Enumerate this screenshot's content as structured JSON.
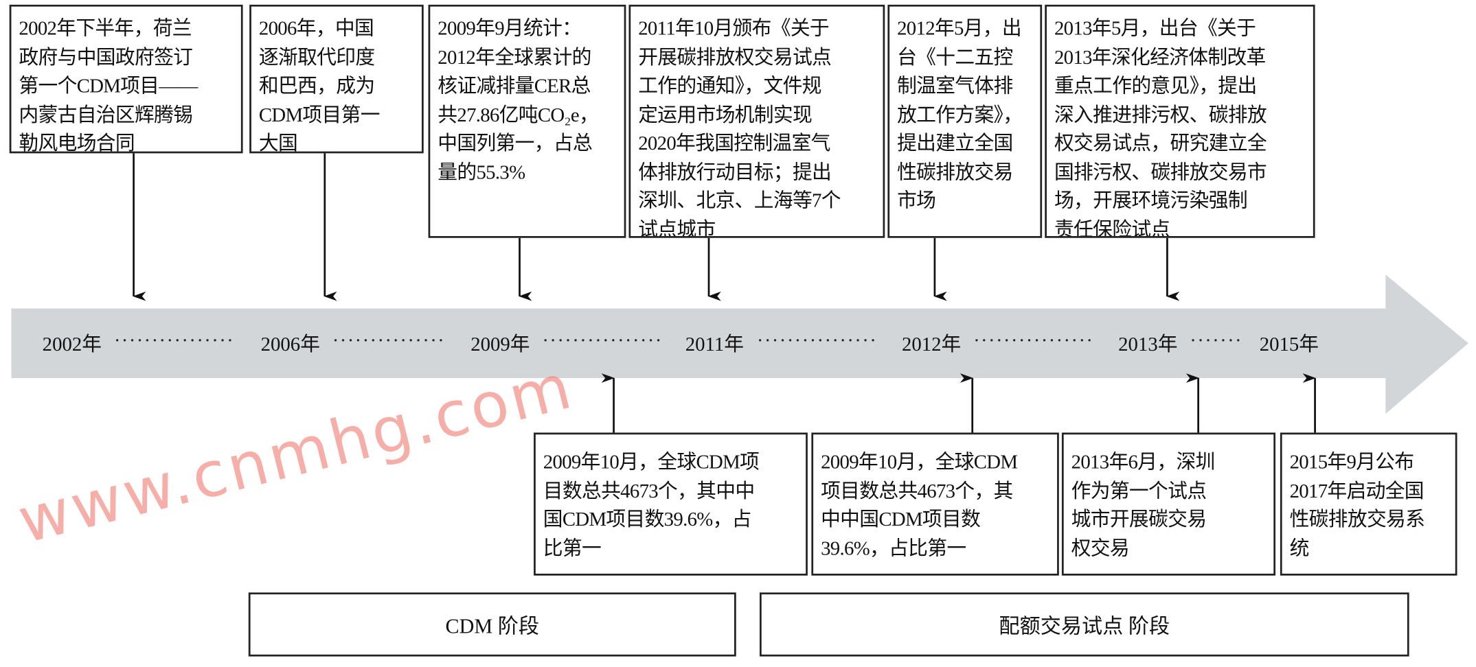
{
  "top_events": [
    {
      "lines": [
        "2002年下半年，荷兰",
        "政府与中国政府签订",
        "第一个CDM项目——",
        "内蒙古自治区辉腾锡",
        "勒风电场合同"
      ]
    },
    {
      "lines": [
        "2006年，中国",
        "逐渐取代印度",
        "和巴西，成为",
        "CDM项目第一",
        "大国"
      ]
    },
    {
      "lines": [
        "2009年9月统计：",
        "2012年全球累计的",
        "核证减排量CER总",
        "共27.86亿吨CO₂e，",
        "中国列第一，占总",
        "量的55.3%"
      ]
    },
    {
      "lines": [
        "2011年10月颁布《关于",
        "开展碳排放权交易试点",
        "工作的通知》，文件规",
        "定运用市场机制实现",
        "2020年我国控制温室气",
        "体排放行动目标；提出",
        "深圳、北京、上海等7个",
        "试点城市"
      ]
    },
    {
      "lines": [
        "2012年5月，出",
        "台《十二五控",
        "制温室气体排",
        "放工作方案》，",
        "提出建立全国",
        "性碳排放交易",
        "市场"
      ]
    },
    {
      "lines": [
        "2013年5月，出台《关于",
        "2013年深化经济体制改革",
        "重点工作的意见》，提出",
        "深入推进排污权、碳排放",
        "权交易试点，研究建立全",
        "国排污权、碳排放交易市",
        "场，开展环境污染强制",
        "责任保险试点"
      ]
    }
  ],
  "timeline_years": [
    "2002年",
    "2006年",
    "2009年",
    "2011年",
    "2012年",
    "2013年",
    "2015年"
  ],
  "bottom_events": [
    {
      "lines": [
        "2009年10月，全球CDM项",
        "目数总共4673个，其中中",
        "国CDM项目数39.6%，占",
        "比第一"
      ]
    },
    {
      "lines": [
        "2009年10月，全球CDM",
        "项目数总共4673个，其",
        "中中国CDM项目数",
        "39.6%，占比第一"
      ]
    },
    {
      "lines": [
        "2013年6月，深圳",
        "作为第一个试点",
        "城市开展碳交易",
        "权交易"
      ]
    },
    {
      "lines": [
        "2015年9月公布",
        "2017年启动全国",
        "性碳排放交易系",
        "统"
      ]
    }
  ],
  "phases": [
    "CDM 阶段",
    "配额交易试点 阶段"
  ],
  "watermark": "www.cnmhg.com",
  "colors": {
    "banner": "#d3d6d8",
    "border": "#222222",
    "watermark": "#f0786e"
  }
}
